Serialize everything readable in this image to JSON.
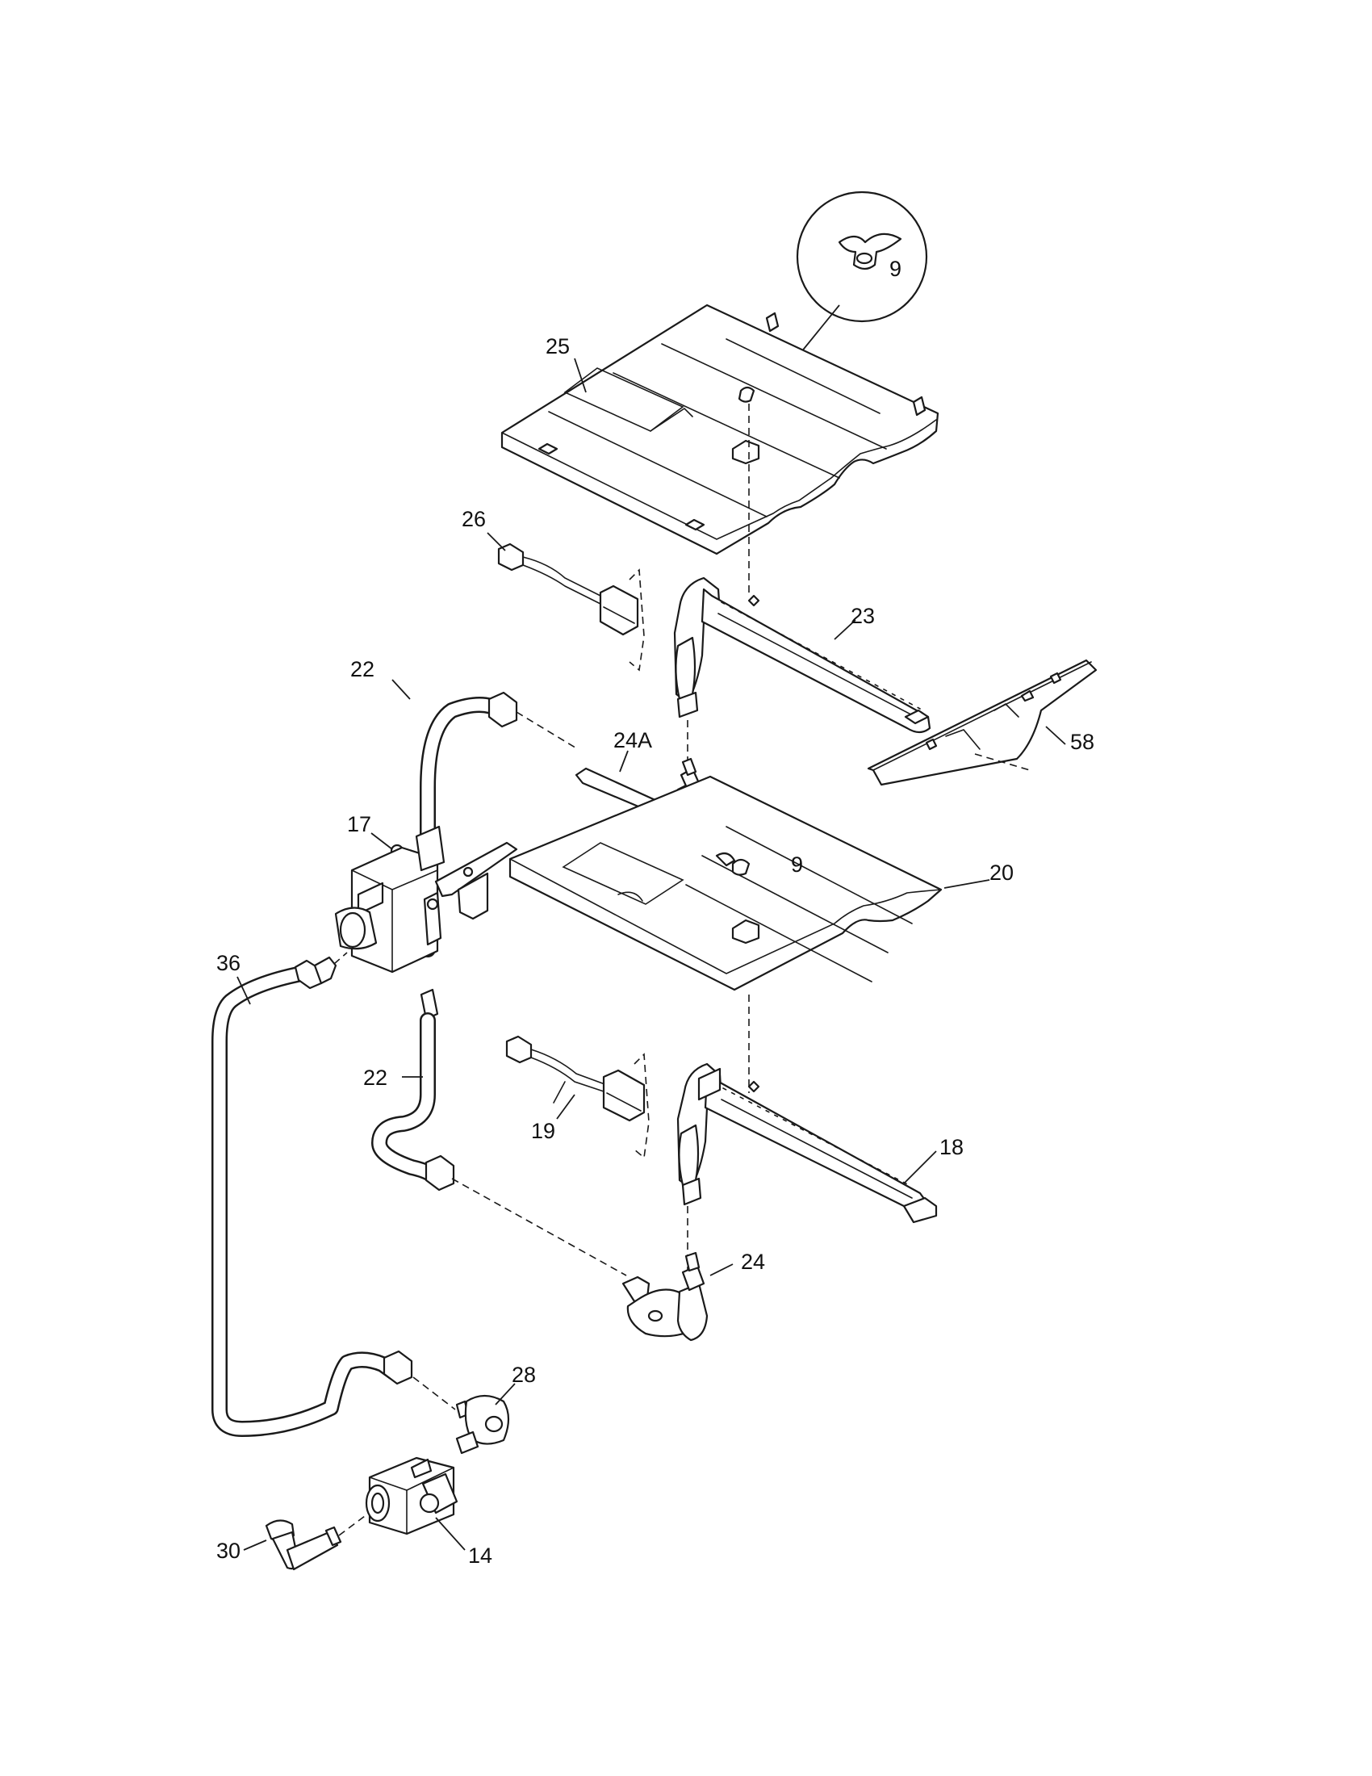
{
  "callouts": {
    "c9_detail": "9",
    "c25": "25",
    "c26": "26",
    "c23": "23",
    "c22_top": "22",
    "c24a": "24A",
    "c58": "58",
    "c17": "17",
    "c9": "9",
    "c20": "20",
    "c36": "36",
    "c22_bottom": "22",
    "c19": "19",
    "c18": "18",
    "c24": "24",
    "c28": "28",
    "c30": "30",
    "c14": "14"
  },
  "colors": {
    "line": "#1a1a1a",
    "background": "#ffffff"
  }
}
